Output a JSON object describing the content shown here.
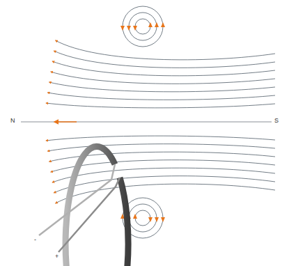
{
  "diagram": {
    "labels": [
      "N",
      "S",
      "-",
      "+"
    ]
  }
}
